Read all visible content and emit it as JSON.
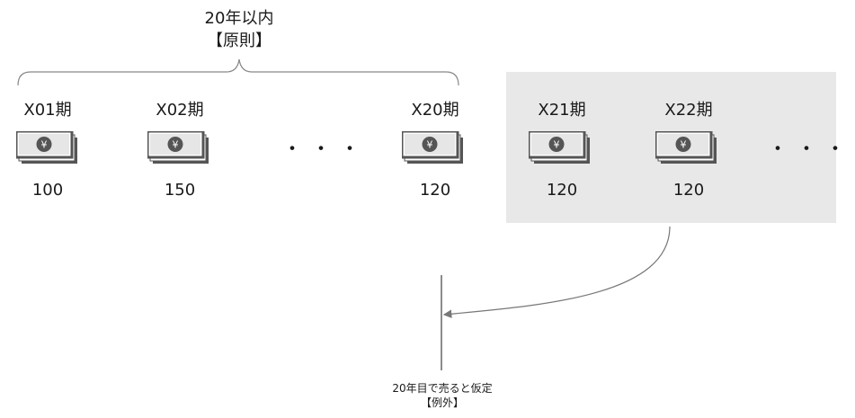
{
  "rule_label": {
    "line1": "20年以内",
    "line2": "【原則】"
  },
  "periods": [
    {
      "label": "X01期",
      "amount": "100"
    },
    {
      "label": "X02期",
      "amount": "150"
    },
    {
      "label": "X20期",
      "amount": "120"
    },
    {
      "label": "X21期",
      "amount": "120"
    },
    {
      "label": "X22期",
      "amount": "120"
    }
  ],
  "ellipsis": "・・・",
  "bill_icon": "yen-banknote-icon",
  "exception_label": {
    "line1": "20年目で売ると仮定",
    "line2": "【例外】"
  },
  "colors": {
    "shaded_area": "#e8e8e8",
    "icon": "#555555",
    "line": "#777777"
  }
}
